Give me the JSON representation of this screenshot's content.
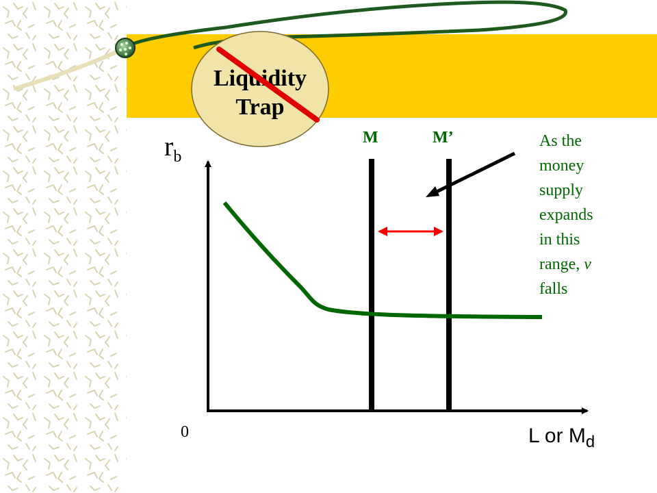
{
  "colors": {
    "band": "#ffcc00",
    "circle_fill": "#f0e4a8",
    "curve": "#006600",
    "text_green": "#006600",
    "strike": "#e00000",
    "arrow_red": "#ff0000",
    "pattern": "#d9d2ae"
  },
  "title": {
    "line1": "Liquidity",
    "line2": "Trap",
    "struck_out": true
  },
  "axes": {
    "y_label": "r",
    "y_label_sub": "b",
    "x_label": "L or M",
    "x_label_sub": "d",
    "origin_label": "0"
  },
  "supply_lines": {
    "m_label": "M",
    "mprime_label": "M’"
  },
  "annotation": {
    "lines": [
      "As the",
      "money",
      "supply",
      "expands",
      "in this",
      "range, ",
      "falls"
    ],
    "italic_word": "v"
  },
  "icons": [
    "sphere-bullet-icon"
  ]
}
